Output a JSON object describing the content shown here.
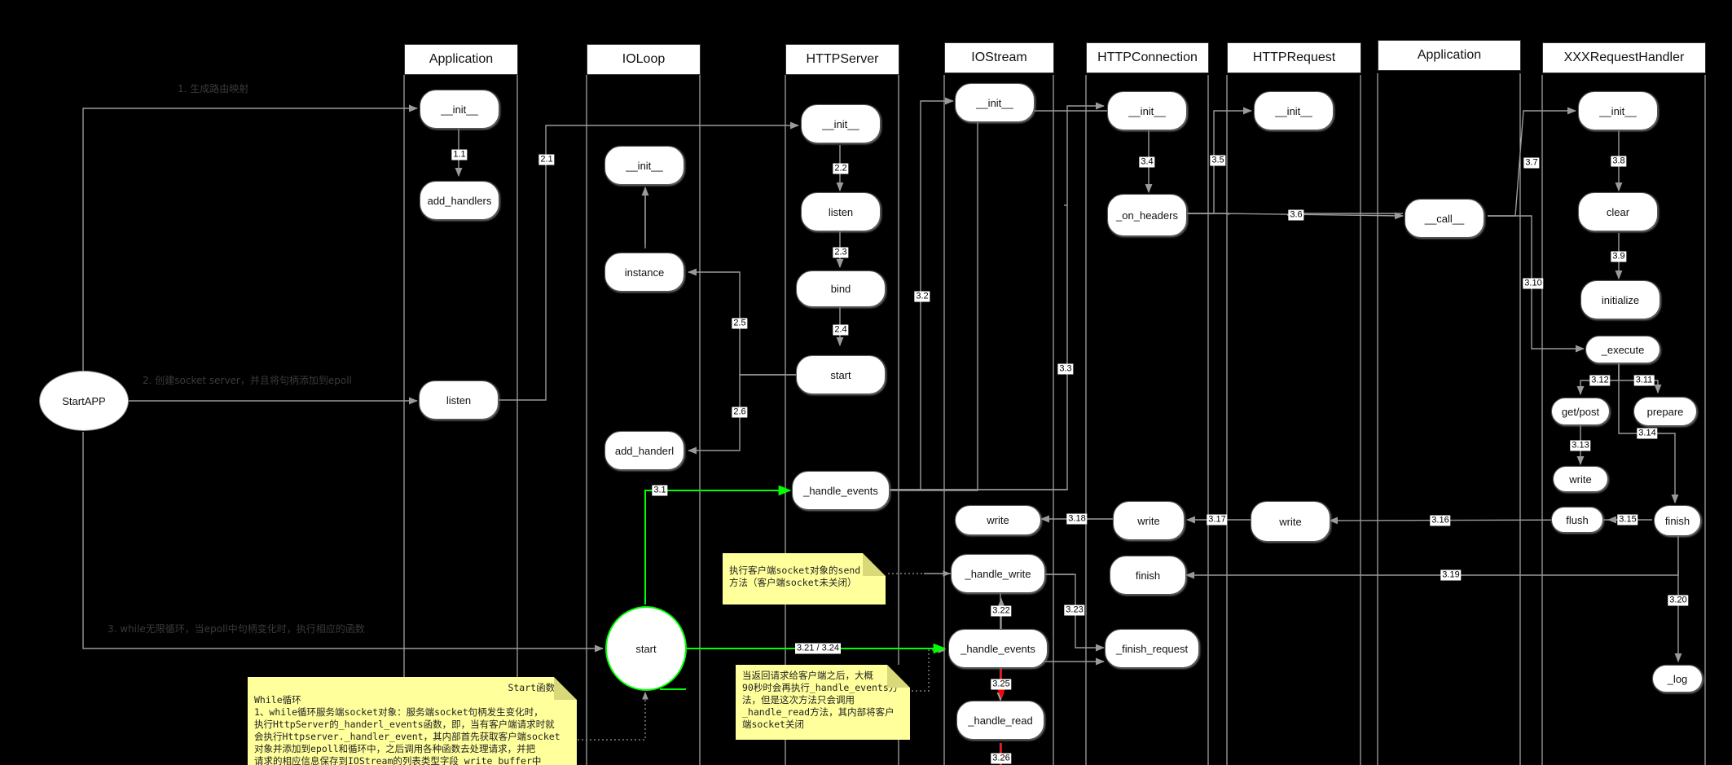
{
  "lanes": [
    "Application",
    "IOLoop",
    "HTTPServer",
    "IOStream",
    "HTTPConnection",
    "HTTPRequest",
    "Application",
    "XXXRequestHandler"
  ],
  "start_node": "StartAPP",
  "nodes": {
    "app_init": "__init__",
    "add_handlers": "add_handlers",
    "app_listen": "listen",
    "ioloop_init": "__init__",
    "instance": "instance",
    "add_handler": "add_handerl",
    "ioloop_start": "start",
    "server_init": "__init__",
    "server_listen": "listen",
    "bind": "bind",
    "server_start": "start",
    "server_handle_events": "_handle_events",
    "iostream_init": "__init__",
    "iostream_write": "write",
    "handle_write": "_handle_write",
    "iostream_handle_events": "_handle_events",
    "handle_read": "_handle_read",
    "conn_init": "__init__",
    "on_headers": "_on_headers",
    "conn_write": "write",
    "conn_finish": "finish",
    "finish_request": "_finish_request",
    "req_init": "__init__",
    "req_write": "write",
    "call": "__call__",
    "handler_init": "__init__",
    "clear": "clear",
    "initialize": "initialize",
    "execute": "_execute",
    "get_post": "get/post",
    "prepare": "prepare",
    "handler_write": "write",
    "flush": "flush",
    "handler_finish": "finish",
    "log": "_log"
  },
  "edge_labels": {
    "e11": "1.1",
    "e21": "2.1",
    "e22": "2.2",
    "e23": "2.3",
    "e24": "2.4",
    "e25": "2.5",
    "e26": "2.6",
    "e31": "3.1",
    "e32": "3.2",
    "e33": "3.3",
    "e34": "3.4",
    "e35": "3.5",
    "e36": "3.6",
    "e37": "3.7",
    "e38": "3.8",
    "e39": "3.9",
    "e310": "3.10",
    "e311": "3.11",
    "e312": "3.12",
    "e313": "3.13",
    "e314": "3.14",
    "e315": "3.15",
    "e316": "3.16",
    "e317": "3.17",
    "e318": "3.18",
    "e319": "3.19",
    "e320": "3.20",
    "e3212": "3.21 / 3.24",
    "e322": "3.22",
    "e323": "3.23",
    "e325": "3.25",
    "e326": "3.26"
  },
  "faint_labels": {
    "step1": "1. 生成路由映射",
    "step2": "2. 创建socket server，并且将句柄添加到epoll",
    "step3": "3. while无限循环，当epoll中句柄变化时，执行相应的函数"
  },
  "notes": {
    "send": [
      "执行客户端socket对象的send",
      "方法（客户端socket未关闭）"
    ],
    "return": [
      "当返回请求给客户端之后，大概",
      "90秒时会再执行_handle_events方",
      "法，但是这次方法只会调用",
      "_handle_read方法，其内部将客户",
      "端socket关闭"
    ],
    "start_title": "Start函数—",
    "start": [
      "While循环",
      "1、while循环服务端socket对象：服务端socket句柄发生变化时，",
      "执行HttpServer的_handerl_events函数，即，当有客户端请求时就",
      "会执行Httpserver._handler_event，其内部首先获取客户端socket",
      "对象并添加到epoll和循环中，之后调用各种函数去处理请求，并把",
      "请求的相应信息保存到IOStream的列表类型字段 write_buffer中"
    ]
  },
  "colors": {
    "green": "#00ff00",
    "red": "#ff0000",
    "line": "#9a9a9a",
    "note": "#ffff9c"
  }
}
